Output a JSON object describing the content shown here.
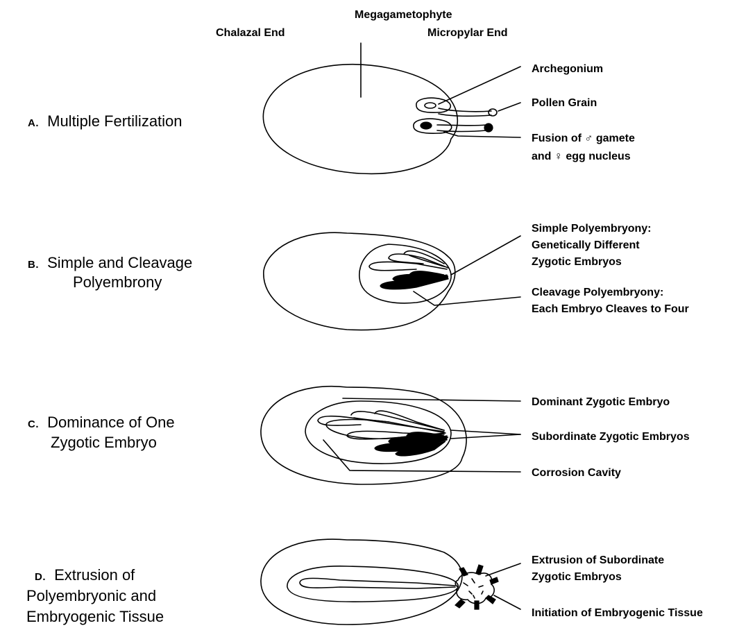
{
  "header": {
    "megagametophyte": "Megagametophyte",
    "chalazal": "Chalazal End",
    "micropylar": "Micropylar End"
  },
  "rows": [
    {
      "letter": "A.",
      "title_lines": [
        "Multiple Fertilization"
      ],
      "labels": [
        [
          "Archegonium"
        ],
        [
          "Pollen Grain"
        ],
        [
          "Fusion of ♂ gamete",
          "and ♀ egg nucleus"
        ]
      ]
    },
    {
      "letter": "B.",
      "title_lines": [
        "Simple and Cleavage",
        "Polyembrony"
      ],
      "labels": [
        [
          "Simple Polyembryony:",
          "Genetically Different",
          "Zygotic Embryos"
        ],
        [
          "Cleavage Polyembryony:",
          "Each Embryo Cleaves to Four"
        ]
      ]
    },
    {
      "letter": "C.",
      "title_lines": [
        "Dominance of One",
        "Zygotic Embryo"
      ],
      "labels": [
        [
          "Dominant Zygotic Embryo"
        ],
        [
          "Subordinate Zygotic Embryos"
        ],
        [
          "Corrosion Cavity"
        ]
      ]
    },
    {
      "letter": "D.",
      "title_lines": [
        "Extrusion of",
        "Polyembryonic and",
        "Embryogenic Tissue"
      ],
      "labels": [
        [
          "Extrusion of Subordinate",
          "Zygotic Embryos"
        ],
        [
          "Initiation of Embryogenic Tissue"
        ]
      ]
    }
  ]
}
